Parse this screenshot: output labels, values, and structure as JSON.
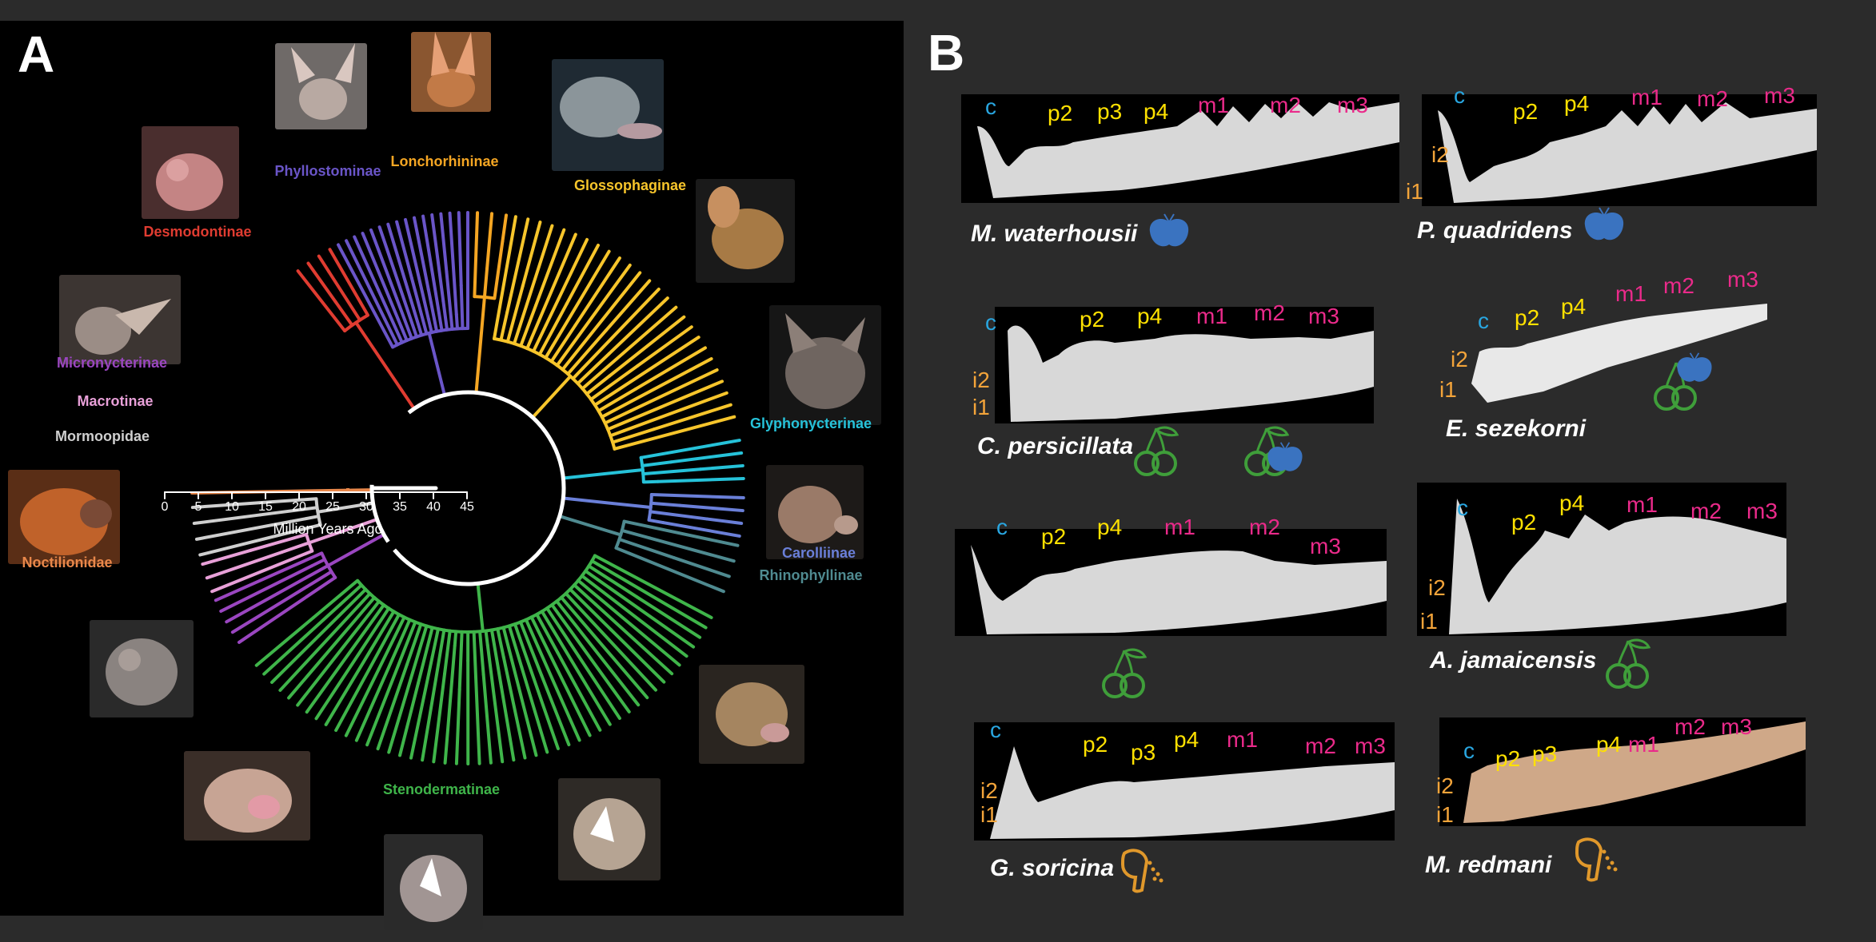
{
  "panel_a": {
    "letter": "A",
    "clades": {
      "phyllostominae": "Phyllostominae",
      "lonchorhininae": "Lonchorhininae",
      "glossophaginae": "Glossophaginae",
      "desmodontinae": "Desmodontinae",
      "micronycterinae": "Micronycterinae",
      "macrotinae": "Macrotinae",
      "mormoopidae": "Mormoopidae",
      "noctilionidae": "Noctilionidae",
      "glyphonycterinae": "Glyphonycterinae",
      "carolliinae": "Carolliinae",
      "rhinophyllinae": "Rhinophyllinae",
      "stenodermatinae": "Stenodermatinae"
    },
    "colors": {
      "phyllostominae": "#6a55c8",
      "lonchorhininae": "#f5a623",
      "glossophaginae": "#f7c52b",
      "desmodontinae": "#e03c31",
      "micronycterinae": "#9a46c0",
      "macrotinae": "#e8a0d8",
      "mormoopidae": "#cfcfcf",
      "noctilionidae": "#e8874a",
      "glyphonycterinae": "#26c2d9",
      "carolliinae": "#6a7fd8",
      "rhinophyllinae": "#4f8a90",
      "stenodermatinae": "#3fb54a"
    },
    "axis": {
      "title": "Million Years Ago",
      "ticks": [
        "0",
        "5",
        "10",
        "15",
        "20",
        "25",
        "30",
        "35",
        "40",
        "45"
      ]
    }
  },
  "panel_b": {
    "letter": "B",
    "specimens": [
      {
        "species": "M. waterhousii",
        "teeth": {
          "c": "c",
          "p2": "p2",
          "p3": "p3",
          "p4": "p4",
          "m1": "m1",
          "m2": "m2",
          "m3": "m3"
        },
        "diet": [
          "insect"
        ]
      },
      {
        "species": "P. quadridens",
        "teeth": {
          "c": "c",
          "p2": "p2",
          "p4": "p4",
          "m1": "m1",
          "m2": "m2",
          "m3": "m3",
          "i1": "i1",
          "i2": "i2"
        },
        "diet": [
          "insect"
        ]
      },
      {
        "species": "C. persicillata",
        "teeth": {
          "c": "c",
          "p2": "p2",
          "p4": "p4",
          "m1": "m1",
          "m2": "m2",
          "m3": "m3",
          "i1": "i1",
          "i2": "i2"
        },
        "diet": [
          "fruit",
          "fruit+insect"
        ]
      },
      {
        "species": "E. sezekorni",
        "teeth": {
          "c": "c",
          "p2": "p2",
          "p4": "p4",
          "m1": "m1",
          "m2": "m2",
          "m3": "m3",
          "i1": "i1",
          "i2": "i2"
        },
        "diet": [
          "fruit+insect"
        ]
      },
      {
        "species": "",
        "teeth": {
          "c": "c",
          "p2": "p2",
          "p4": "p4",
          "m1": "m1",
          "m2": "m2",
          "m3": "m3"
        },
        "diet": [
          "fruit"
        ]
      },
      {
        "species": "A. jamaicensis",
        "teeth": {
          "c": "c",
          "p2": "p2",
          "p4": "p4",
          "m1": "m1",
          "m2": "m2",
          "m3": "m3",
          "i1": "i1",
          "i2": "i2"
        },
        "diet": [
          "fruit"
        ]
      },
      {
        "species": "G. soricina",
        "teeth": {
          "c": "c",
          "p2": "p2",
          "p3": "p3",
          "p4": "p4",
          "m1": "m1",
          "m2": "m2",
          "m3": "m3",
          "i1": "i1",
          "i2": "i2"
        },
        "diet": [
          "nectar"
        ]
      },
      {
        "species": "M. redmani",
        "teeth": {
          "c": "c",
          "p2": "p2",
          "p3": "p3",
          "p4": "p4",
          "m1": "m1",
          "m2": "m2",
          "m3": "m3",
          "i1": "i1",
          "i2": "i2"
        },
        "diet": [
          "nectar"
        ]
      }
    ],
    "tooth_colors": {
      "canine": "#29a6e0",
      "premolar": "#ffe100",
      "molar": "#ea2a8a",
      "incisor": "#f3a43a"
    },
    "diet_icons": {
      "insect": "moth-icon",
      "fruit": "fruit-icon",
      "nectar": "flower-icon"
    }
  }
}
